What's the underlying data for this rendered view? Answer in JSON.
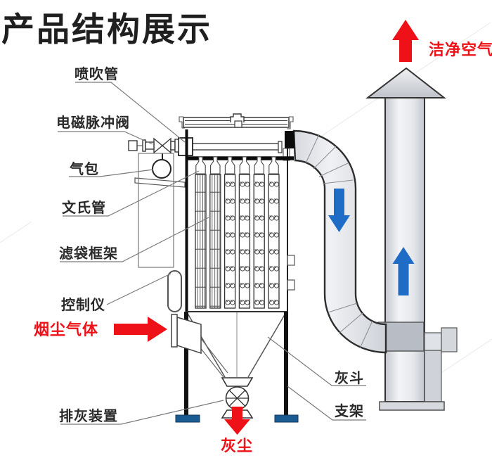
{
  "title": "产品结构展示",
  "labels": {
    "blow_pipe": "喷吹管",
    "pulse_valve": "电磁脉冲阀",
    "air_tank": "气包",
    "venturi": "文氏管",
    "bag_cage": "滤袋框架",
    "controller": "控制仪",
    "ash_discharge": "排灰装置",
    "ash_hopper": "灰斗",
    "support": "支架"
  },
  "flow_labels": {
    "dust_gas": "烟尘气体",
    "clean_air": "洁净空气",
    "dust": "灰尘"
  },
  "colors": {
    "red": "#ee1118",
    "blue": "#1f6cc7",
    "pad_blue": "#1a5c92",
    "line_dark": "#2d2d2d"
  }
}
